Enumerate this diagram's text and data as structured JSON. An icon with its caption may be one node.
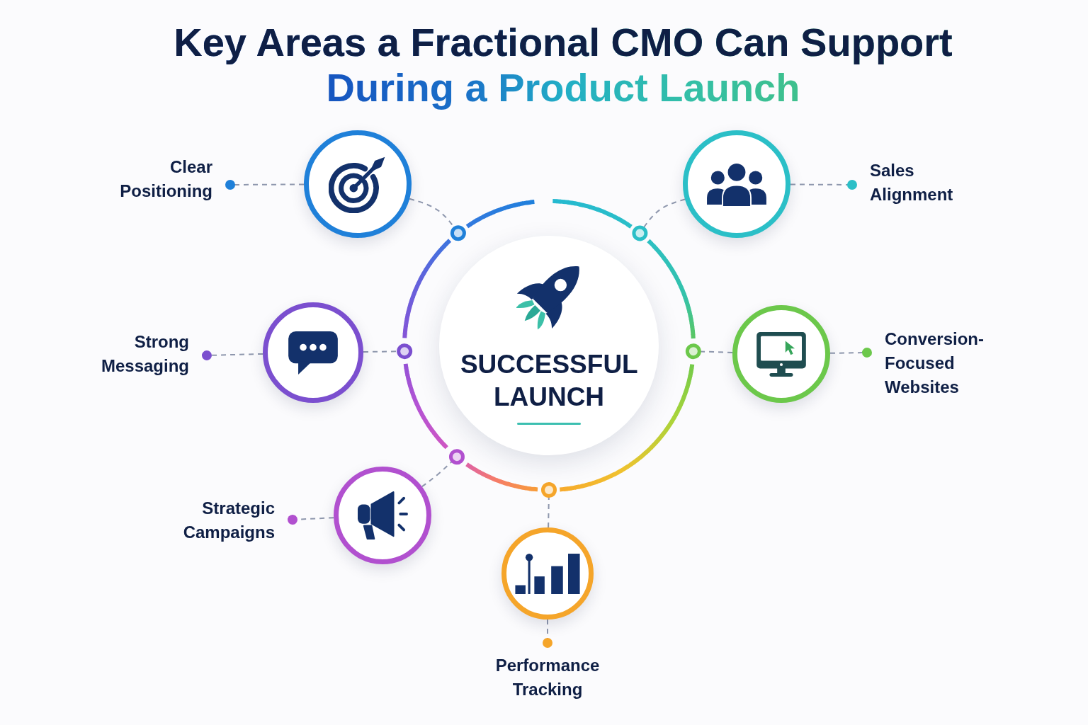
{
  "diagram": {
    "title": "Key Areas a Fractional CMO Can Support During a Product Launch",
    "nodes": [
      {
        "text": [
          "SUCCESSFUL LAUNCH"
        ]
      },
      {
        "text": [
          "Clear Positioning"
        ]
      },
      {
        "text": [],
        "shape": "circle"
      },
      {
        "text": [],
        "shape": "circle"
      },
      {
        "text": [
          "Sales Alignment"
        ]
      },
      {
        "text": [
          "Strong Messaging"
        ]
      },
      {
        "text": [],
        "shape": "circle"
      },
      {
        "text": [],
        "shape": "circle"
      },
      {
        "text": [
          "Conversion- Focused Websites"
        ]
      },
      {
        "text": [
          "Strategic Campaigns"
        ]
      },
      {
        "text": [],
        "shape": "circle"
      },
      {
        "text": [],
        "shape": "circle"
      },
      {
        "text": [
          "Performance Tracking"
        ]
      }
    ],
    "edges": [
      {
        "from": 2,
        "to": 0,
        "arrow": "other",
        "style": "dashed"
      },
      {
        "from": 2,
        "to": 1,
        "arrow": "other",
        "style": "dashed"
      },
      {
        "from": 3,
        "to": 0,
        "arrow": "other",
        "style": "dashed"
      },
      {
        "from": 3,
        "to": 4,
        "arrow": "other",
        "style": "dashed"
      },
      {
        "from": 6,
        "to": 0,
        "arrow": "other",
        "style": "dashed"
      },
      {
        "from": 6,
        "to": 5,
        "arrow": "other",
        "style": "dashed"
      },
      {
        "from": 7,
        "to": 0,
        "arrow": "other",
        "style": "dashed"
      },
      {
        "from": 7,
        "to": 8,
        "arrow": "other",
        "style": "dashed"
      },
      {
        "from": 10,
        "to": 0,
        "arrow": "other",
        "style": "dashed"
      },
      {
        "from": 10,
        "to": 9,
        "arrow": "other",
        "style": "dashed"
      },
      {
        "from": 11,
        "to": 0,
        "arrow": "other",
        "style": "dashed"
      },
      {
        "from": 11,
        "to": 12,
        "arrow": "other",
        "style": "dashed"
      }
    ]
  }
}
